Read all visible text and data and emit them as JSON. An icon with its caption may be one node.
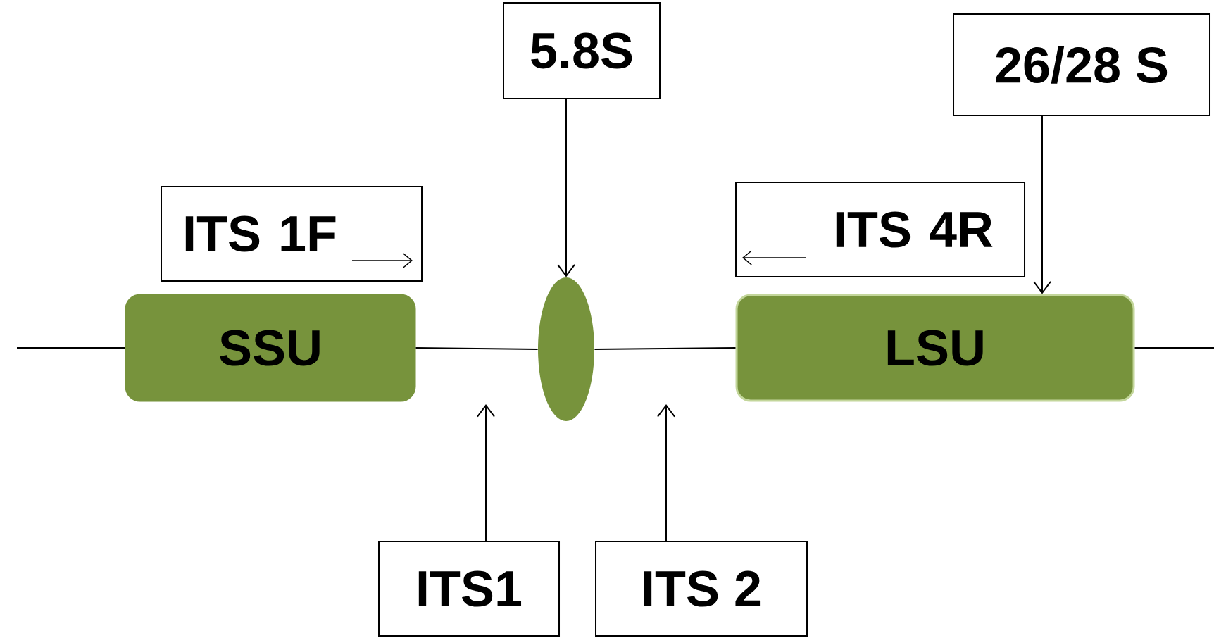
{
  "diagram": {
    "nodes": [
      {
        "text": [
          "SSU"
        ]
      },
      {
        "text": [],
        "shape": "ellipse"
      },
      {
        "text": [
          "LSU"
        ]
      },
      {
        "text": [
          "5.8S"
        ]
      },
      {
        "text": [
          "26/28 S"
        ]
      },
      {
        "text": [
          "ITS 1F"
        ]
      },
      {
        "text": [
          "ITS 4R"
        ]
      },
      {
        "text": [
          "ITS1"
        ]
      },
      {
        "text": [
          "ITS 2"
        ]
      }
    ],
    "edges": [
      {
        "from": null,
        "to": 0,
        "arrow": "none"
      },
      {
        "from": 0,
        "to": 1,
        "arrow": "none"
      },
      {
        "from": 1,
        "to": 2,
        "arrow": "none"
      },
      {
        "from": 2,
        "to": null,
        "arrow": "none"
      },
      {
        "from": 3,
        "to": 1,
        "arrow": "to"
      },
      {
        "from": 4,
        "to": 2,
        "arrow": "to"
      },
      {
        "from": 7,
        "to": null,
        "arrow": "to"
      },
      {
        "from": 8,
        "to": null,
        "arrow": "to"
      }
    ]
  }
}
